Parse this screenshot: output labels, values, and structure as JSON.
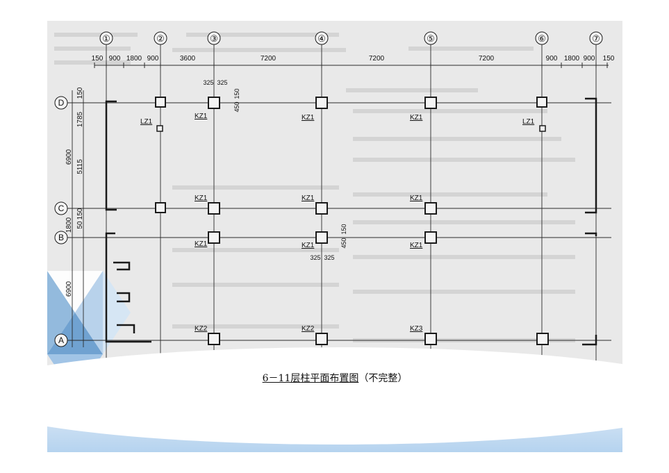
{
  "colors": {
    "paper": "#e9e9e9",
    "ink": "#1a1a1a",
    "faint_text": "#b7b7b7",
    "band_blue": "#b5d3ef"
  },
  "axes": {
    "vertical": [
      "①",
      "②",
      "③",
      "④",
      "⑤",
      "⑥",
      "⑦"
    ],
    "horizontal": [
      "D",
      "C",
      "B",
      "A"
    ]
  },
  "dimensions": {
    "top": [
      "150",
      "900",
      "1800",
      "900",
      "3600",
      "7200",
      "7200",
      "7200",
      "900",
      "1800",
      "900",
      "150"
    ],
    "left": [
      "150",
      "1785",
      "5115",
      "6900",
      "150",
      "50",
      "1800",
      "6900"
    ],
    "detail": [
      "325",
      "325",
      "450",
      "150",
      "325",
      "325",
      "450",
      "150"
    ]
  },
  "labels": {
    "kz1": "KZ1",
    "kz2": "KZ2",
    "kz3": "KZ3",
    "lz1": "LZ1"
  },
  "caption": {
    "main": "6－11层柱平面布置图",
    "note": "（不完整）"
  }
}
